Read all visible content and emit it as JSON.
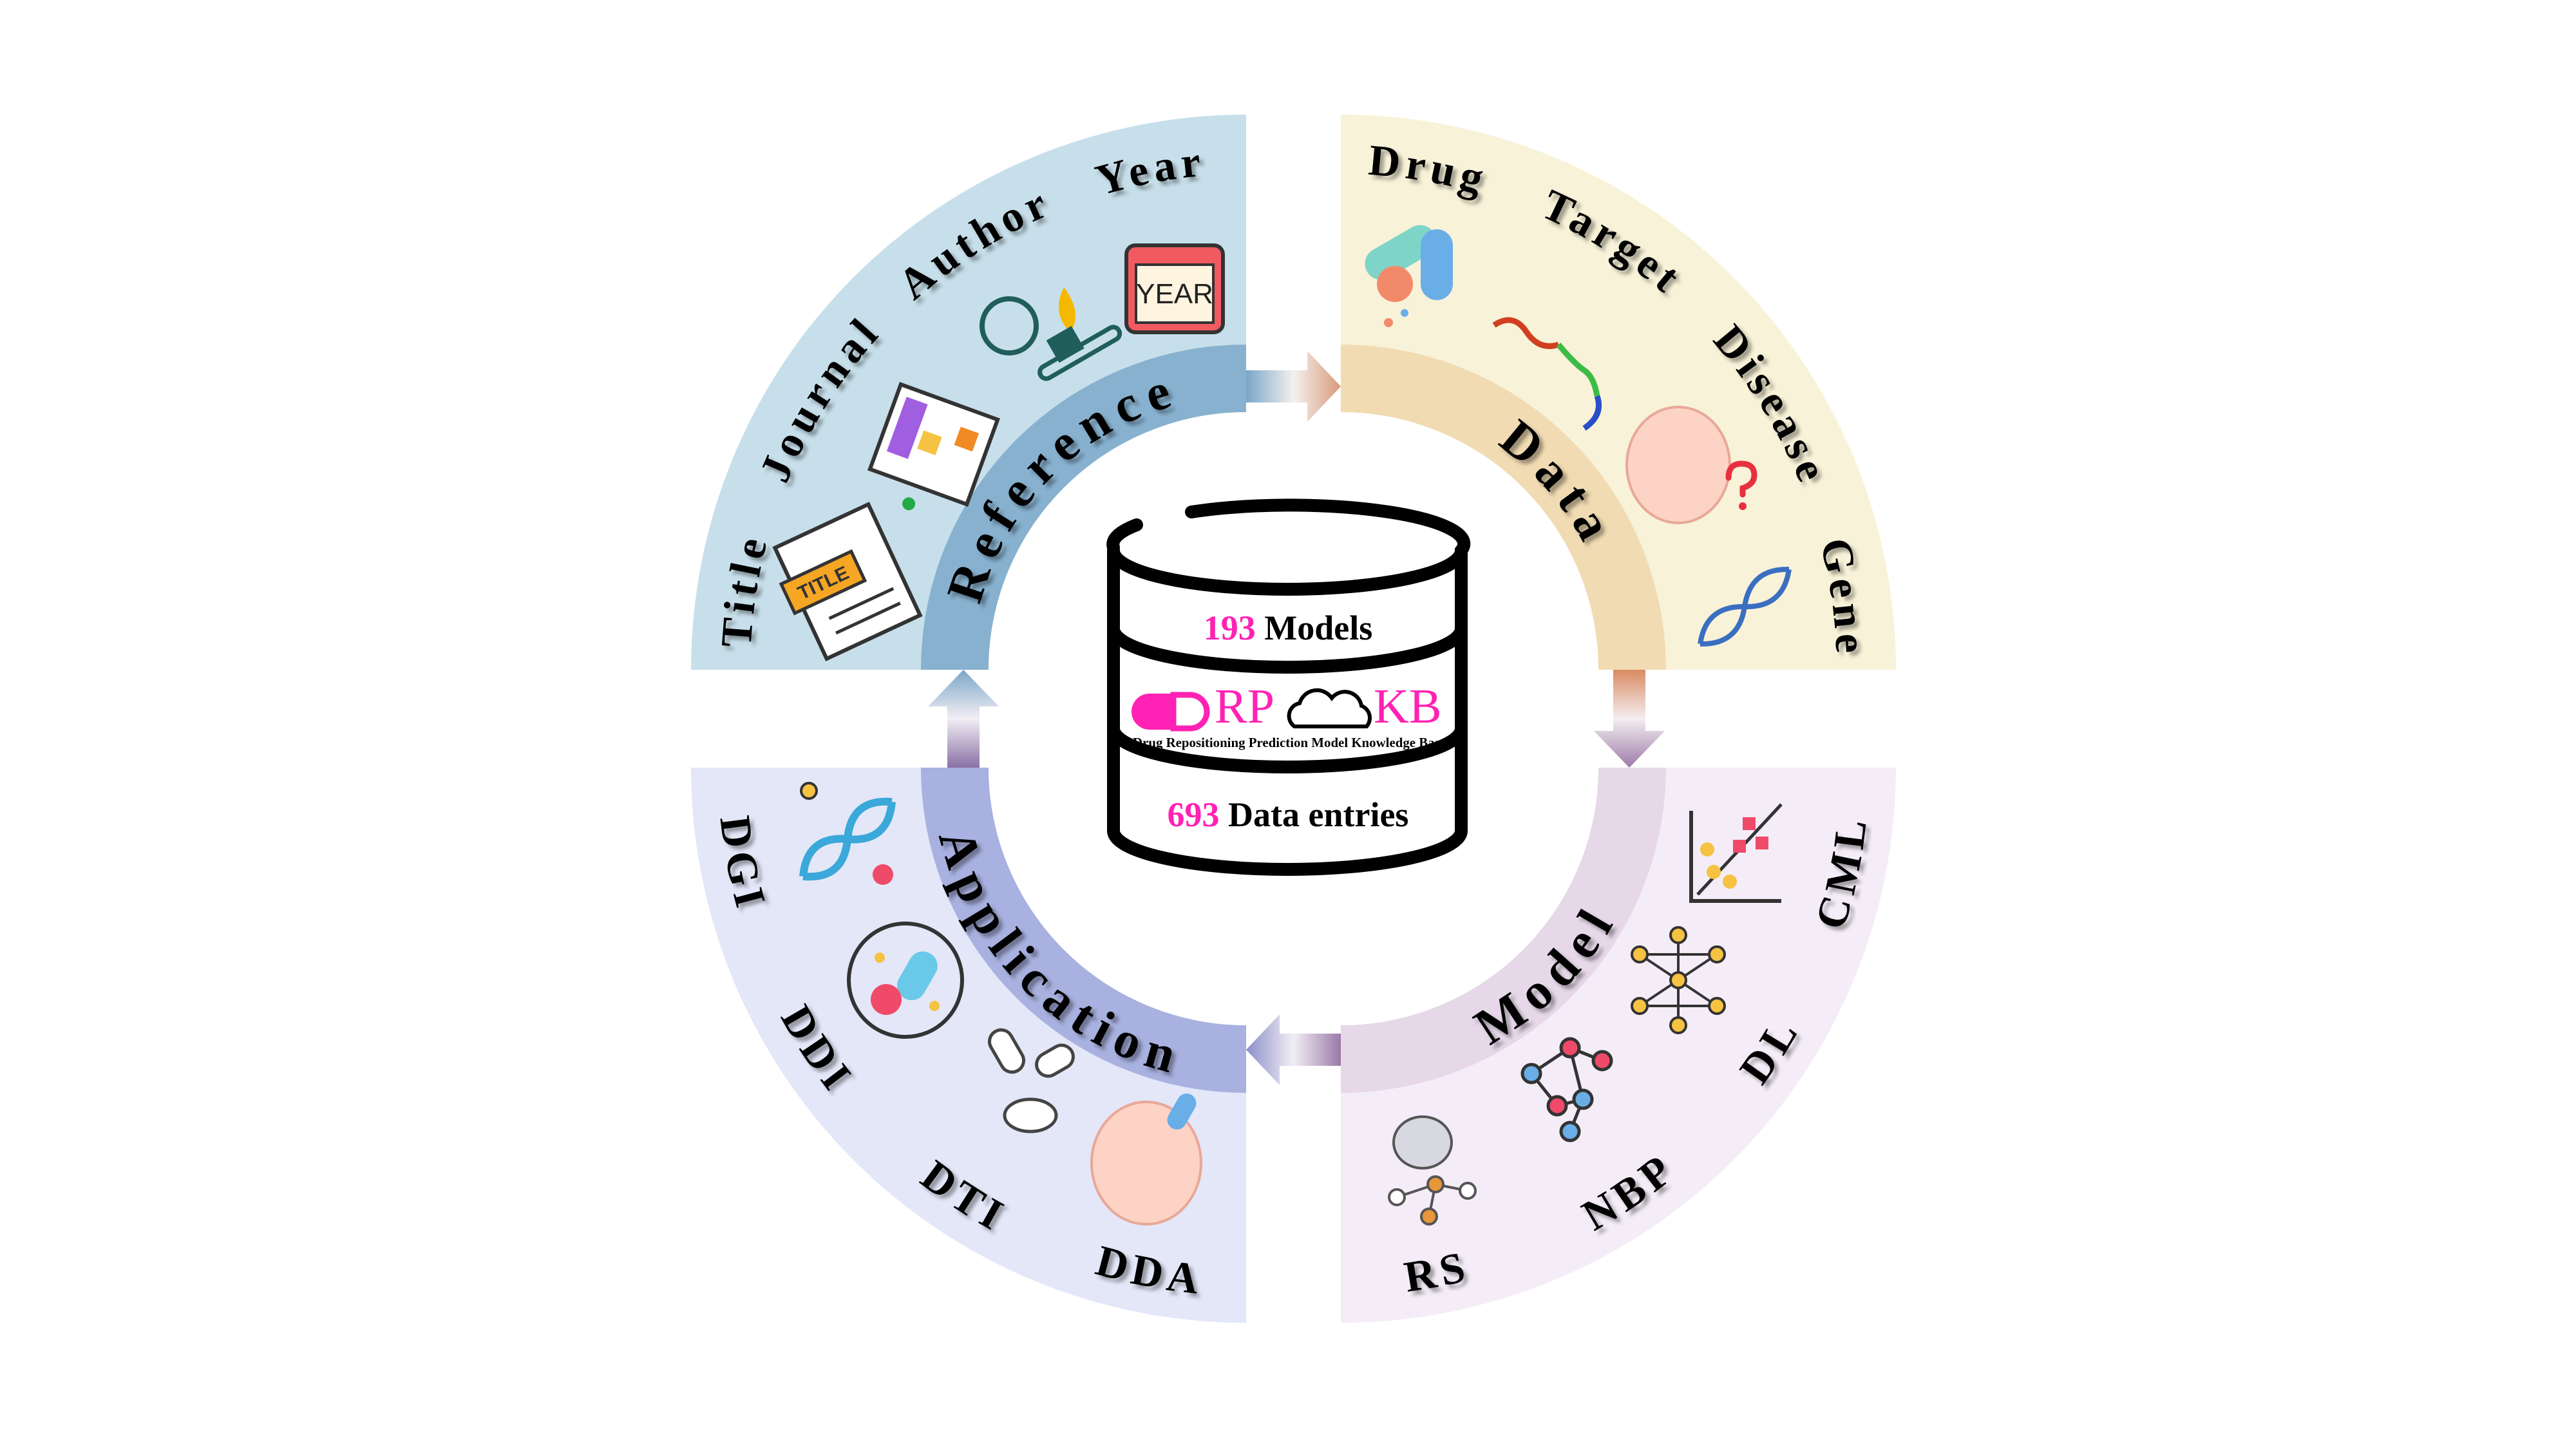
{
  "center": {
    "models_count": "193",
    "models_label": " Models",
    "logo_rp": "RP",
    "logo_kb": "KB",
    "logo_subtitle": "Drug Repositioning Prediction Model Knowledge Base",
    "entries_count": "693",
    "entries_label": " Data entries"
  },
  "quadrants": {
    "reference": {
      "label": "Reference",
      "items": [
        "Title",
        "Journal",
        "Author",
        "Year"
      ],
      "color_outer": "#c7dfea",
      "color_band": "#87b1cf"
    },
    "data": {
      "label": "Data",
      "items": [
        "Drug",
        "Target",
        "Disease",
        "Gene"
      ],
      "color_outer": "#f8f2d8",
      "color_band": "#f1dbb3"
    },
    "model": {
      "label": "Model",
      "items": [
        "RS",
        "NBP",
        "DL",
        "CML"
      ],
      "color_outer": "#f4edf7",
      "color_band": "#e6d8e9"
    },
    "application": {
      "label": "Application",
      "items": [
        "DGI",
        "DDI",
        "DTI",
        "DDA"
      ],
      "color_outer": "#e3e7f8",
      "color_band": "#a8b1df"
    }
  },
  "icons": {
    "year_badge": "YEAR",
    "title_badge": "TITLE"
  },
  "colors": {
    "accent_pink": "#ff22b4"
  }
}
